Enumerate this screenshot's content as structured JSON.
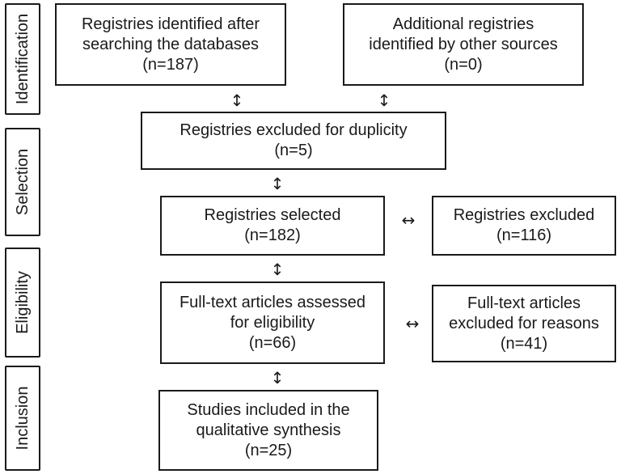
{
  "stages": {
    "identification": "Identification",
    "selection": "Selection",
    "eligibility": "Eligibility",
    "inclusion": "Inclusion"
  },
  "boxes": {
    "databases": {
      "line1": "Registries identified after",
      "line2": "searching the databases",
      "count": "(n=187)"
    },
    "other_sources": {
      "line1": "Additional registries",
      "line2": "identified by other sources",
      "count": "(n=0)"
    },
    "duplicates": {
      "line1": "Registries excluded for duplicity",
      "count": "(n=5)"
    },
    "selected": {
      "line1": "Registries selected",
      "count": "(n=182)"
    },
    "excluded": {
      "line1": "Registries excluded",
      "count": "(n=116)"
    },
    "fulltext": {
      "line1": "Full-text articles assessed",
      "line2": "for eligibility",
      "count": "(n=66)"
    },
    "fulltext_excluded": {
      "line1": "Full-text articles",
      "line2": "excluded for reasons",
      "count": "(n=41)"
    },
    "included": {
      "line1": "Studies included in the",
      "line2": "qualitative synthesis",
      "count": "(n=25)"
    }
  },
  "arrows": {
    "vertical": "↕",
    "horizontal": "↔"
  }
}
